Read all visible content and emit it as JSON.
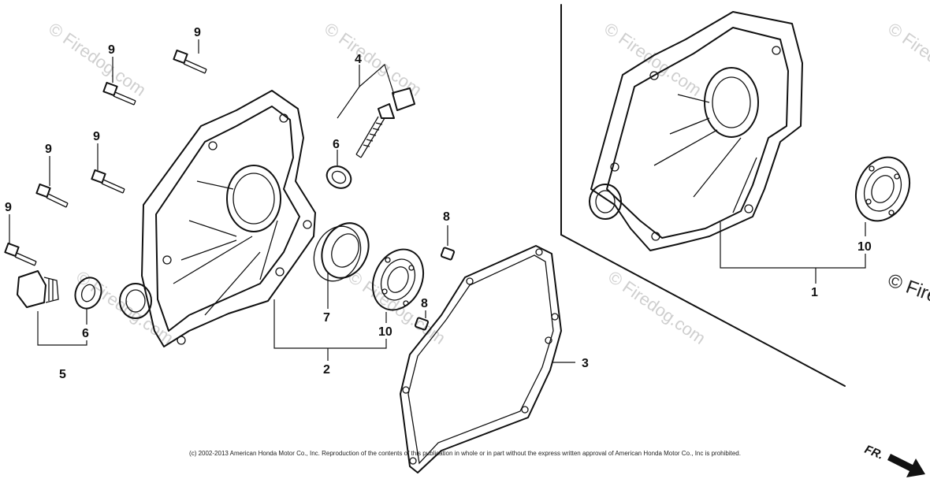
{
  "labels": {
    "part_1": "1",
    "part_2": "2",
    "part_3": "3",
    "part_4": "4",
    "part_5": "5",
    "part_6a": "6",
    "part_6b": "6",
    "part_7": "7",
    "part_8a": "8",
    "part_8b": "8",
    "part_9a": "9",
    "part_9b": "9",
    "part_9c": "9",
    "part_9d": "9",
    "part_9e": "9",
    "part_10a": "10",
    "part_10b": "10"
  },
  "watermark": {
    "text": "© Firedog.com",
    "edge_text": "© Fire"
  },
  "direction_marker": "FR.",
  "copyright": "(c) 2002-2013 American Honda Motor Co., Inc. Reproduction of the contents of this publication in whole or in part without the express written approval of American Honda Motor Co., Inc is prohibited."
}
